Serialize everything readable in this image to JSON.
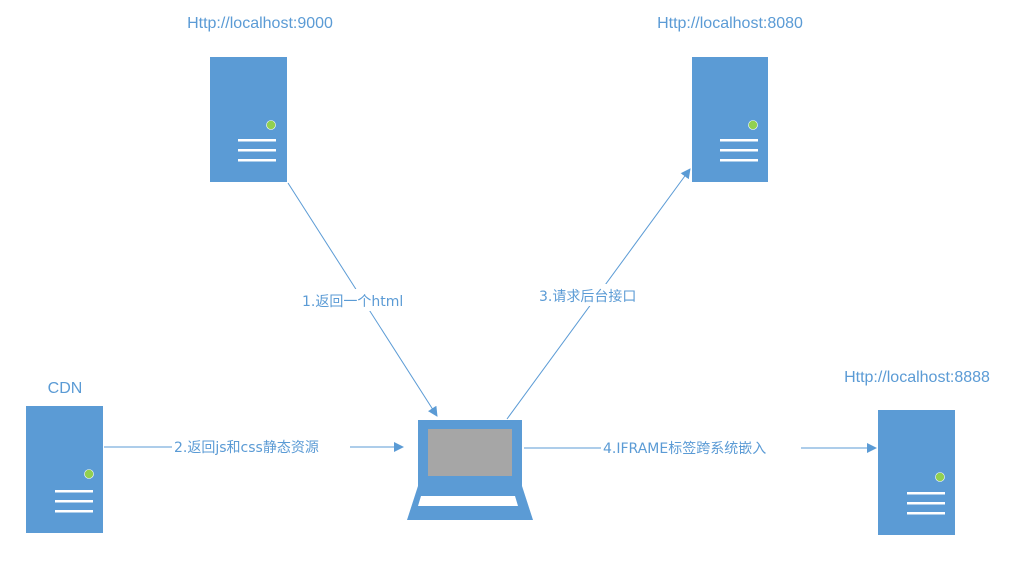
{
  "colors": {
    "accent": "#5B9BD5",
    "server_body": "#5B9BD5",
    "server_led": "#92D050",
    "screen": "#A6A6A6",
    "background": "#FFFFFF"
  },
  "nodes": {
    "server_9000": {
      "label": "Http://localhost:9000",
      "icon": "server-icon"
    },
    "server_8080": {
      "label": "Http://localhost:8080",
      "icon": "server-icon"
    },
    "cdn": {
      "label": "CDN",
      "icon": "server-icon"
    },
    "server_8888": {
      "label": "Http://localhost:8888",
      "icon": "server-icon"
    },
    "client": {
      "icon": "laptop-icon"
    }
  },
  "edges": [
    {
      "id": "edge-1",
      "label": "1.返回一个html",
      "from": "server_9000",
      "to": "client"
    },
    {
      "id": "edge-2",
      "label": "2.返回js和css静态资源",
      "from": "cdn",
      "to": "client"
    },
    {
      "id": "edge-3",
      "label": "3.请求后台接口",
      "from": "client",
      "to": "server_8080"
    },
    {
      "id": "edge-4",
      "label": "4.IFRAME标签跨系统嵌入",
      "from": "client",
      "to": "server_8888"
    }
  ]
}
